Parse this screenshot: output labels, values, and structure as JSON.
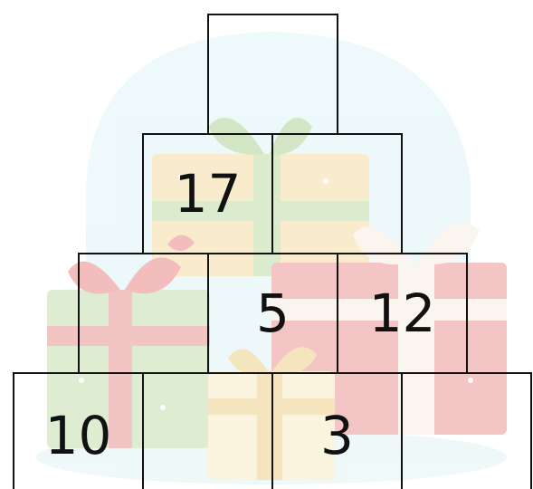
{
  "pyramid": {
    "rows": [
      [
        ""
      ],
      [
        "17",
        ""
      ],
      [
        "",
        "5",
        "12"
      ],
      [
        "10",
        "",
        "3",
        ""
      ]
    ]
  },
  "colors": {
    "grid": "#111111",
    "backdrop": "#e6f6f7",
    "gift_red": "#e06a6a",
    "gift_green": "#a9cf8a",
    "gift_yellow": "#f0d38a",
    "ribbon_red": "#e24c4c",
    "ribbon_green": "#7fb35a",
    "ribbon_yellow": "#e8c25a"
  },
  "icons": {
    "background": "gift-boxes-illustration"
  }
}
